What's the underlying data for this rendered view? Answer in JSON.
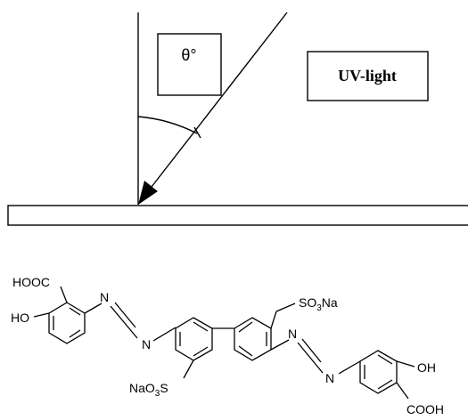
{
  "setup": {
    "angle_label": "θ°",
    "source_label": "UV-light"
  },
  "molecule": {
    "hooc": "HOOC",
    "ho": "HO",
    "n": "N",
    "so3na_top": "SO",
    "so3na_top_sub": "3",
    "so3na_top_tail": "Na",
    "nao3s": "NaO",
    "nao3s_sub": "3",
    "nao3s_tail": "S",
    "oh": "OH",
    "cooh": "COOH"
  }
}
